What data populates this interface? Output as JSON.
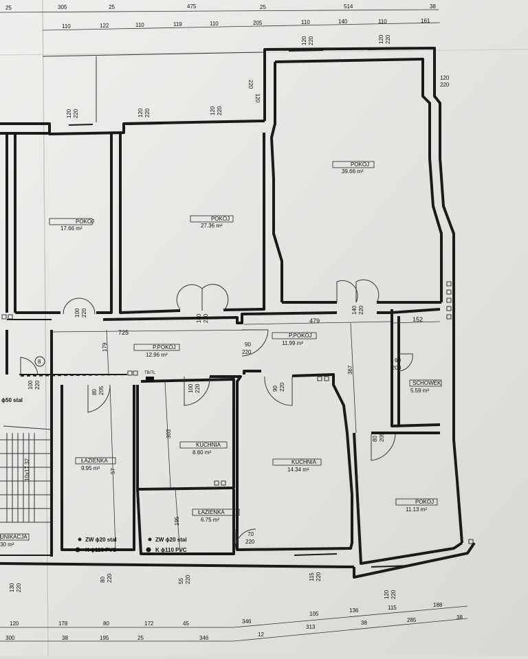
{
  "top_dims_row1": [
    "25",
    "305",
    "25",
    "475",
    "25",
    "514",
    "38"
  ],
  "top_dims_row2": [
    "110",
    "122",
    "110",
    "119",
    "110",
    "205",
    "110",
    "140",
    "110",
    "161"
  ],
  "bottom_dims_row1": [
    "120",
    "178",
    "80",
    "172",
    "45",
    "346",
    "105",
    "136",
    "115",
    "188"
  ],
  "bottom_dims_row2": [
    "300",
    "38",
    "195",
    "25",
    "346",
    "12",
    "313",
    "38",
    "285",
    "38"
  ],
  "rooms": [
    {
      "name": "POKÓJ",
      "area": "39.66 m²"
    },
    {
      "name": "POKÓJ",
      "area": "17.66 m²"
    },
    {
      "name": "POKÓJ",
      "area": "27.36 m²"
    },
    {
      "name": "P.POKÓJ",
      "area": "12.96 m²"
    },
    {
      "name": "P.POKÓJ",
      "area": "11.99 m²"
    },
    {
      "name": "SCHOWEK",
      "area": "5.59 m²"
    },
    {
      "name": "KUCHNIA",
      "area": "8.60 m²"
    },
    {
      "name": "KUCHNIA",
      "area": "14.34 m²"
    },
    {
      "name": "ŁAZIENKA",
      "area": "9.95 m²"
    },
    {
      "name": "ŁAZIENKA",
      "area": "6.75 m²"
    },
    {
      "name": "POKÓJ",
      "area": "11.13 m²"
    },
    {
      "name": "UNIKACJA",
      "area": "30 m²"
    }
  ],
  "openings": {
    "w1": [
      "120",
      "220"
    ],
    "w2": [
      "120",
      "220"
    ],
    "w3": [
      "120",
      "220"
    ],
    "w4": [
      "120",
      "220"
    ],
    "w5": [
      "120",
      "220"
    ],
    "w6": [
      "120",
      "220"
    ],
    "w7": [
      "120",
      "220"
    ],
    "d1": [
      "100",
      "220"
    ],
    "d2": [
      "140",
      "220"
    ],
    "d3": [
      "140",
      "220"
    ],
    "d4": [
      "90",
      "220"
    ],
    "d5": [
      "60",
      "200"
    ],
    "d6": [
      "80",
      "205"
    ],
    "d7": [
      "100",
      "220"
    ],
    "d8": [
      "90",
      "220"
    ],
    "d9": [
      "80",
      "205"
    ],
    "d10": [
      "70",
      "220"
    ],
    "d11": [
      "100",
      "220"
    ],
    "w8": [
      "80",
      "220"
    ],
    "w9": [
      "55",
      "220"
    ],
    "w10": [
      "115",
      "220"
    ],
    "w11": [
      "120",
      "220"
    ],
    "w12": [
      "130",
      "220"
    ]
  },
  "interior_dims": {
    "d725": "725",
    "d479": "479",
    "d152": "152",
    "d179": "179",
    "d303": "303",
    "d195": "195",
    "d367": "367",
    "d57": "57"
  },
  "labels": {
    "stairs": "10x17 32",
    "pipe": "ϕ50 stal",
    "marker": "8",
    "tbtl": "TB/TL",
    "zw1": "ZW ϕ20 stal",
    "k1": "K ϕ110 PVC",
    "zw2": "ZW ϕ20 stal",
    "k2": "K ϕ110 PVC"
  }
}
